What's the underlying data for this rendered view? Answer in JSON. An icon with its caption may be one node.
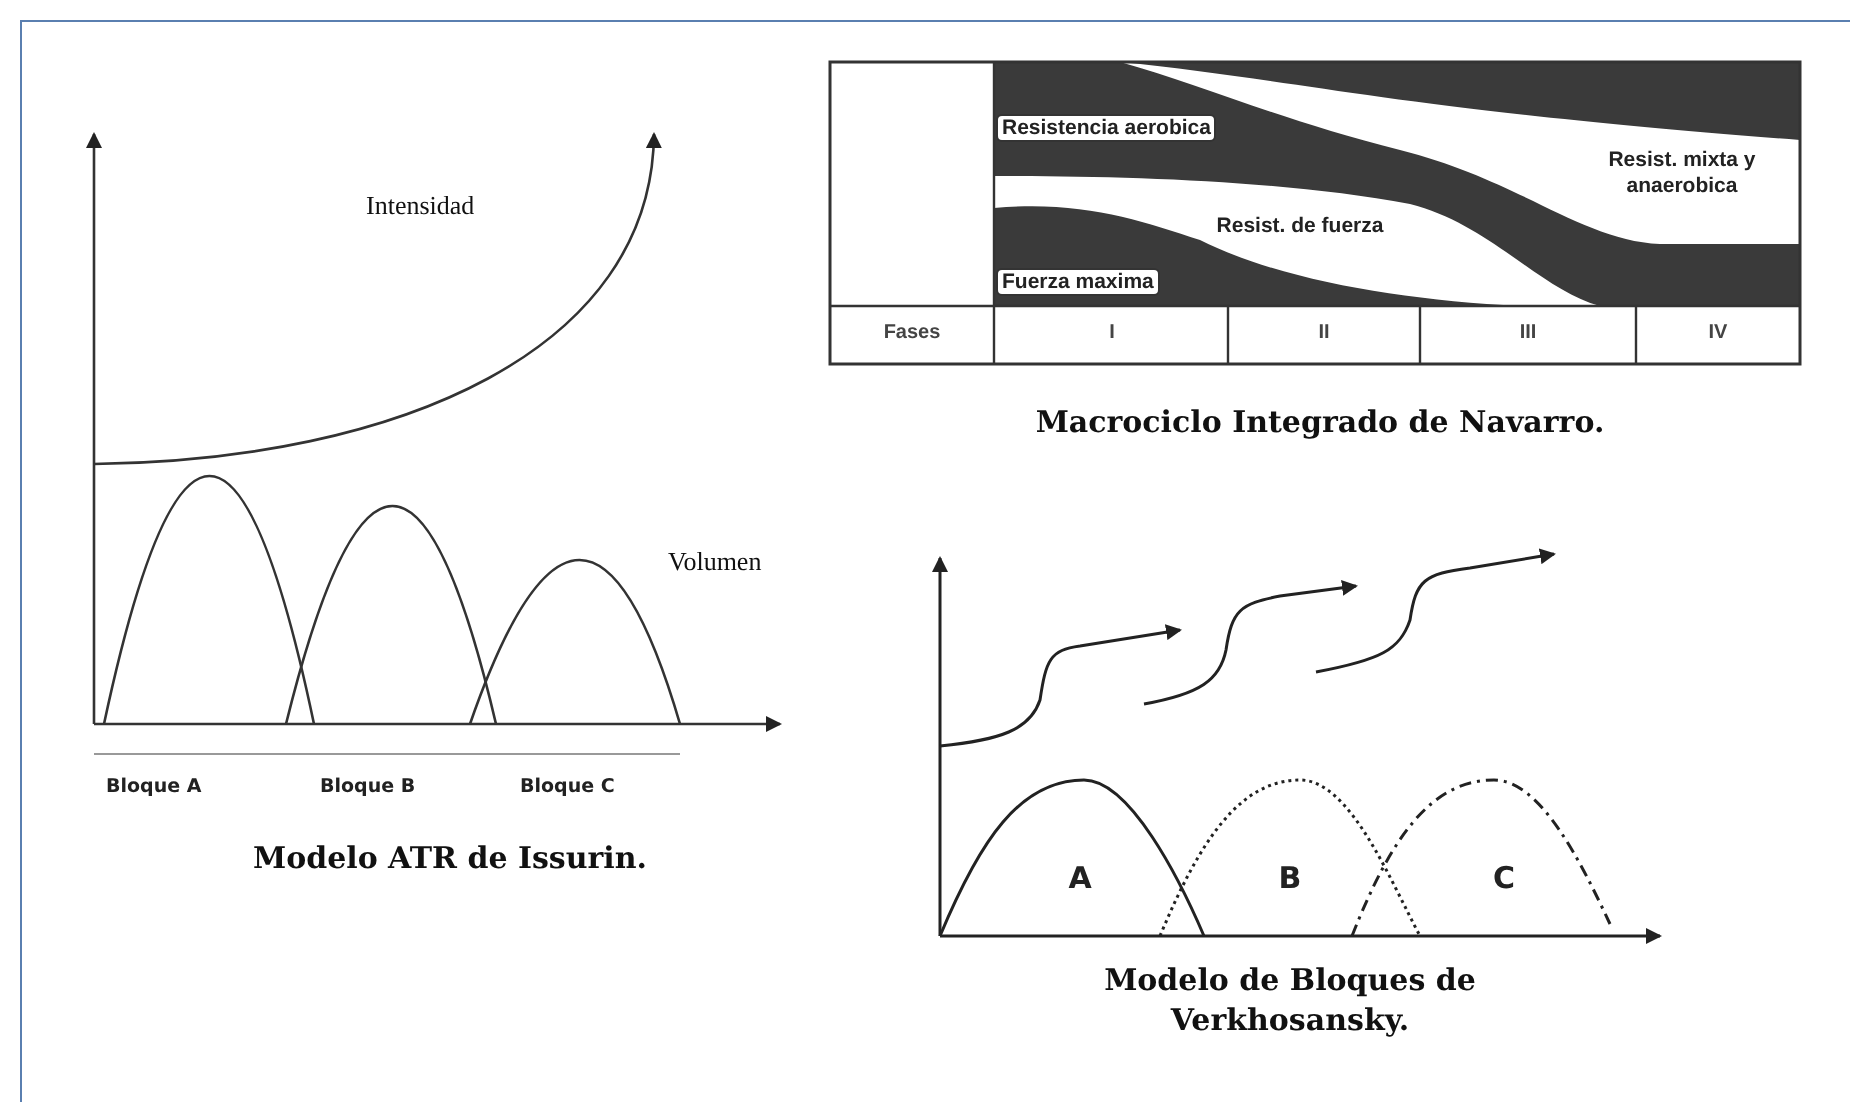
{
  "diagram": {
    "labels": [
      "Intensidad",
      "Volumen",
      "Bloque A",
      "Bloque B",
      "Bloque C",
      "Modelo ATR de Issurin.",
      "Resistencia aerobica",
      "Resist. mixta y anaerobica",
      "Resist. de fuerza",
      "Fuerza maxima",
      "Fases",
      "I",
      "II",
      "III",
      "IV",
      "Macrociclo Integrado de Navarro.",
      "A",
      "B",
      "C",
      "Modelo de Bloques de Verkhosansky."
    ]
  }
}
